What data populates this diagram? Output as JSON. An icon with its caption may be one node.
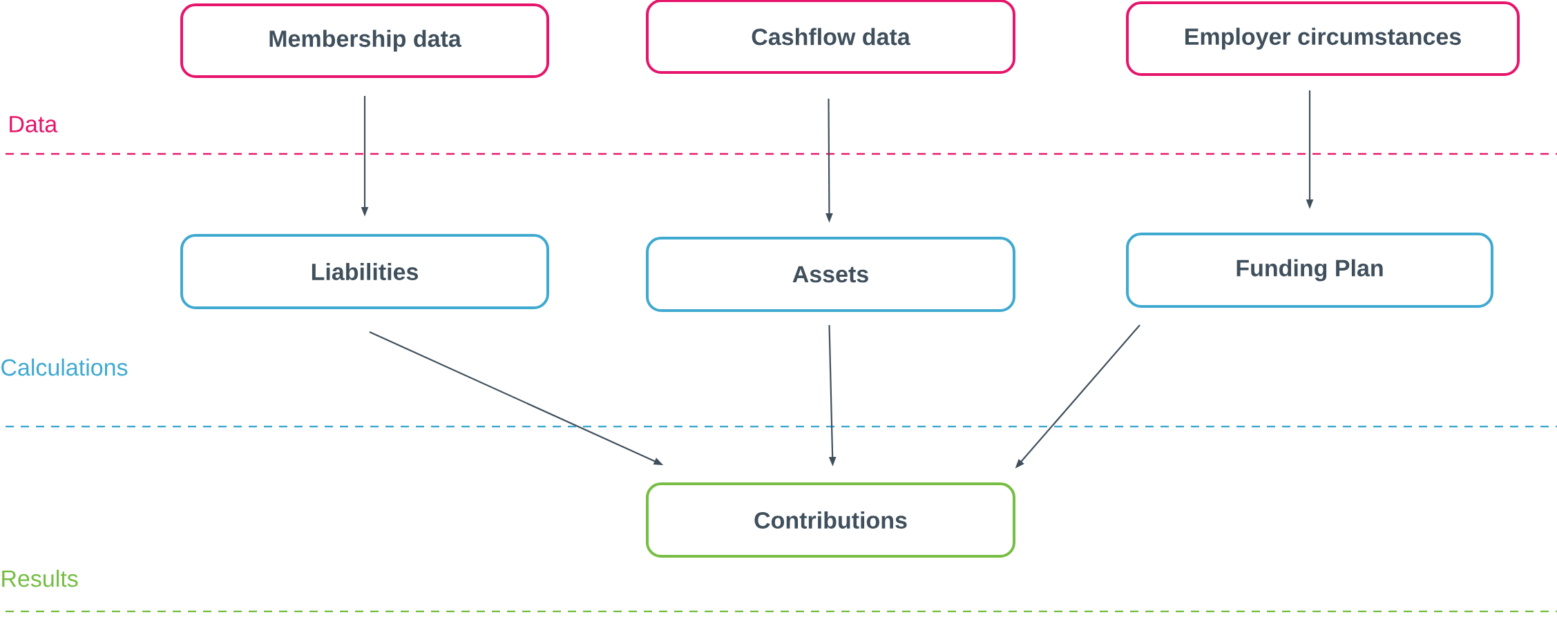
{
  "diagram": {
    "nodes": [
      {
        "text": [
          "Membership data"
        ]
      },
      {
        "text": [
          "Cashflow data"
        ]
      },
      {
        "text": [
          "Employer circumstances"
        ]
      },
      {
        "text": [
          "Liabilities"
        ]
      },
      {
        "text": [
          "Assets"
        ]
      },
      {
        "text": [
          "Funding Plan"
        ]
      },
      {
        "text": [
          "Contributions"
        ]
      }
    ],
    "edges": [
      {
        "from": 0,
        "to": 3,
        "arrow": "to"
      },
      {
        "from": 1,
        "to": 4,
        "arrow": "to"
      },
      {
        "from": 2,
        "to": 5,
        "arrow": "to"
      },
      {
        "from": 3,
        "to": 6,
        "arrow": "to"
      },
      {
        "from": 4,
        "to": 6,
        "arrow": "to"
      },
      {
        "from": 5,
        "to": 6,
        "arrow": "to"
      }
    ],
    "labels": [
      "Data",
      "Calculations",
      "Results"
    ]
  }
}
